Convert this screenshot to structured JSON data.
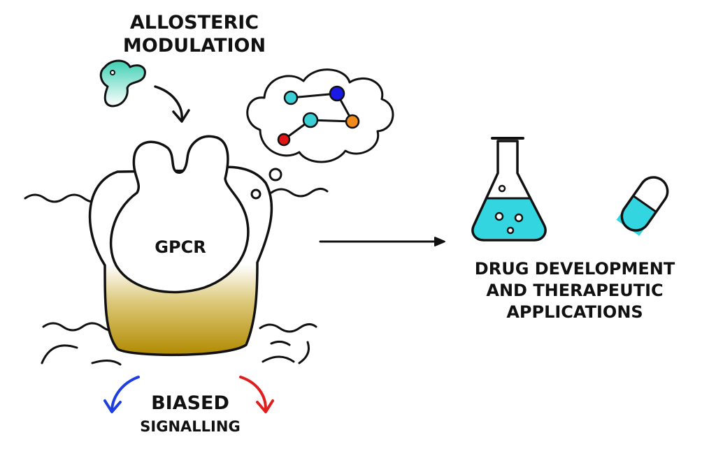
{
  "labels": {
    "allosteric_line1": "ALLOSTERIC",
    "allosteric_line2": "MODULATION",
    "receptor": "GPCR",
    "biased_line1": "BIASED",
    "biased_line2": "SIGNALLING",
    "drug_line1": "DRUG DEVELOPMENT",
    "drug_line2": "AND THERAPEUTIC",
    "drug_line3": "APPLICATIONS"
  },
  "colors": {
    "ink": "#111111",
    "cyan": "#33d6e0",
    "teal_blob": "#5fd6c0",
    "gold": "#b8930c",
    "node_blue": "#1a1ae6",
    "node_cyan": "#3bcfd6",
    "node_orange": "#f08a1c",
    "node_red": "#e01414",
    "arrow_blue": "#1f3ee0",
    "arrow_red": "#e01e1e"
  },
  "icons": [
    "modulator-blob-icon",
    "thought-bubble-icon",
    "molecule-icon",
    "flask-icon",
    "capsule-icon",
    "arrow-right-icon"
  ]
}
